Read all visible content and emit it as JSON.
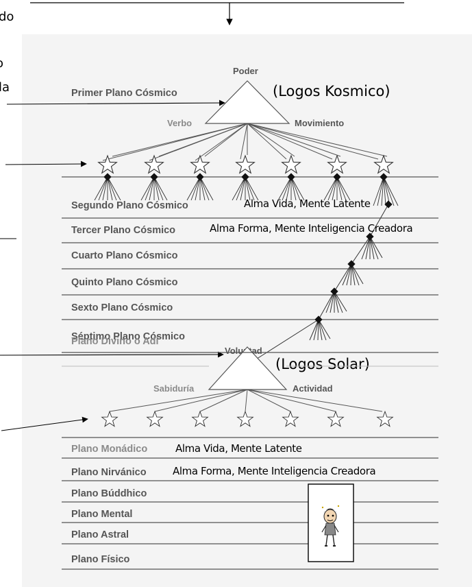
{
  "edge_fragments": [
    "do",
    "o",
    "la"
  ],
  "cosmic": {
    "planes": [
      "Primer Plano Cósmico",
      "Segundo Plano Cósmico",
      "Tercer Plano Cósmico",
      "Cuarto Plano Cósmico",
      "Quinto Plano Cósmico",
      "Sexto Plano Cósmico",
      "Séptimo Plano Cósmico"
    ],
    "trinity": {
      "top": "Poder",
      "left": "Verbo",
      "right": "Movimiento"
    },
    "logos": "(Logos Kosmico)",
    "annotations": {
      "second": "Alma Vida, Mente Latente",
      "third": "Alma Forma, Mente Inteligencia Creadora"
    }
  },
  "solar": {
    "planes": [
      "Plano Divino o Adi",
      "Plano Monádico",
      "Plano Nirvánico",
      "Plano Búddhico",
      "Plano Mental",
      "Plano Astral",
      "Plano Físico"
    ],
    "trinity": {
      "top": "Voluntad",
      "left": "Sabiduría",
      "right": "Actividad"
    },
    "logos": "(Logos Solar)",
    "annotations": {
      "monadic": "Alma Vida, Mente Latente",
      "nirvanic": "Alma Forma,  Mente Inteligencia Creadora"
    }
  },
  "colors": {
    "text_dark": "#555555",
    "text_light": "#8a8a8a",
    "line": "#555555",
    "panel": "#f4f4f4"
  },
  "icons": [
    "star-icon",
    "triangle-icon",
    "arrow-icon",
    "person-icon"
  ]
}
